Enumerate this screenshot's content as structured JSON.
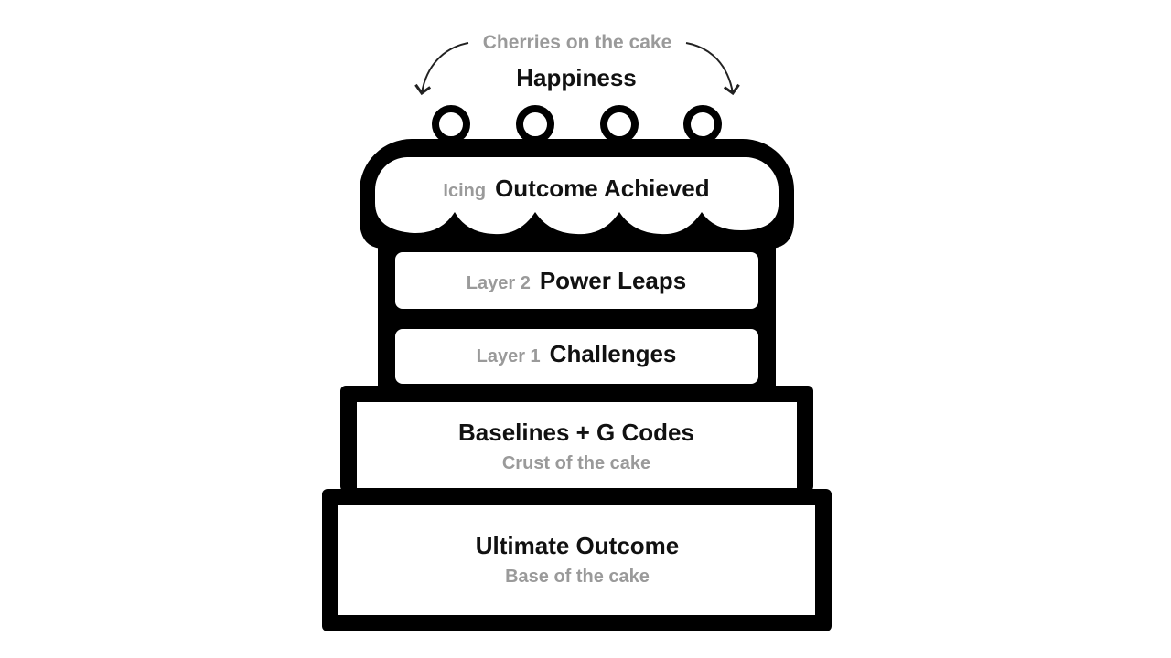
{
  "cherries": {
    "label": "Cherries on the cake",
    "title": "Happiness"
  },
  "icing": {
    "label": "Icing",
    "title": "Outcome Achieved"
  },
  "layer2": {
    "label": "Layer 2",
    "title": "Power Leaps"
  },
  "layer1": {
    "label": "Layer 1",
    "title": "Challenges"
  },
  "crust": {
    "title": "Baselines + G Codes",
    "label": "Crust of the cake"
  },
  "base": {
    "title": "Ultimate Outcome",
    "label": "Base of the cake"
  }
}
